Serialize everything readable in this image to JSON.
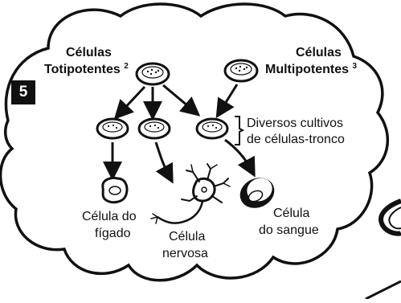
{
  "figure_number": "5",
  "totipotent": {
    "line1": "Células",
    "line2": "Totipotentes",
    "ref": "2"
  },
  "multipotent": {
    "line1": "Células",
    "line2": "Multipotentes",
    "ref": "3"
  },
  "cultures_label": {
    "line1": "Diversos cultivos",
    "line2": "de células-tronco"
  },
  "liver_cell": {
    "line1": "Célula do",
    "line2": "fígado"
  },
  "nerve_cell": {
    "line1": "Célula",
    "line2": "nervosa"
  },
  "blood_cell": {
    "line1": "Célula",
    "line2": "do sangue"
  }
}
